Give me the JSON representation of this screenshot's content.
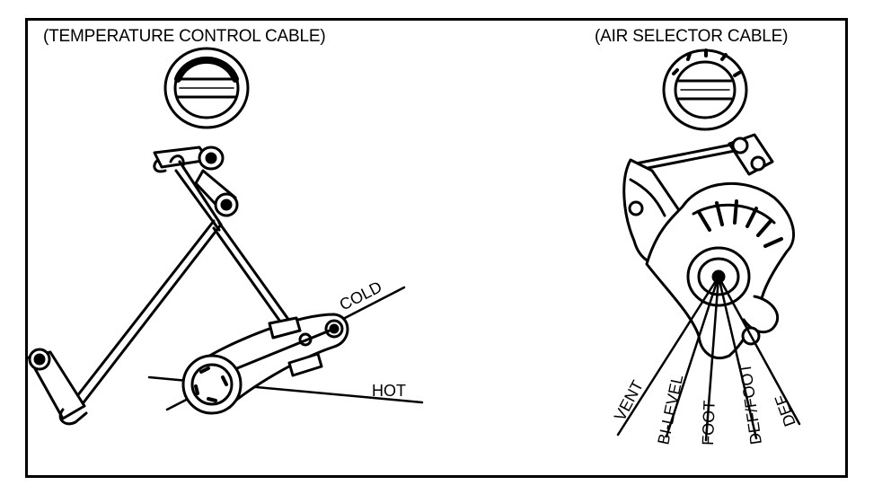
{
  "temperature_panel": {
    "title": "(TEMPERATURE CONTROL CABLE)",
    "labels": {
      "cold": "COLD",
      "hot": "HOT"
    }
  },
  "air_panel": {
    "title": "(AIR SELECTOR CABLE)",
    "positions": [
      "VENT",
      "BI-LEVEL",
      "FOOT",
      "DEF/FOOT",
      "DEF"
    ]
  },
  "colors": {
    "ink": "#000000",
    "paper": "#ffffff"
  }
}
